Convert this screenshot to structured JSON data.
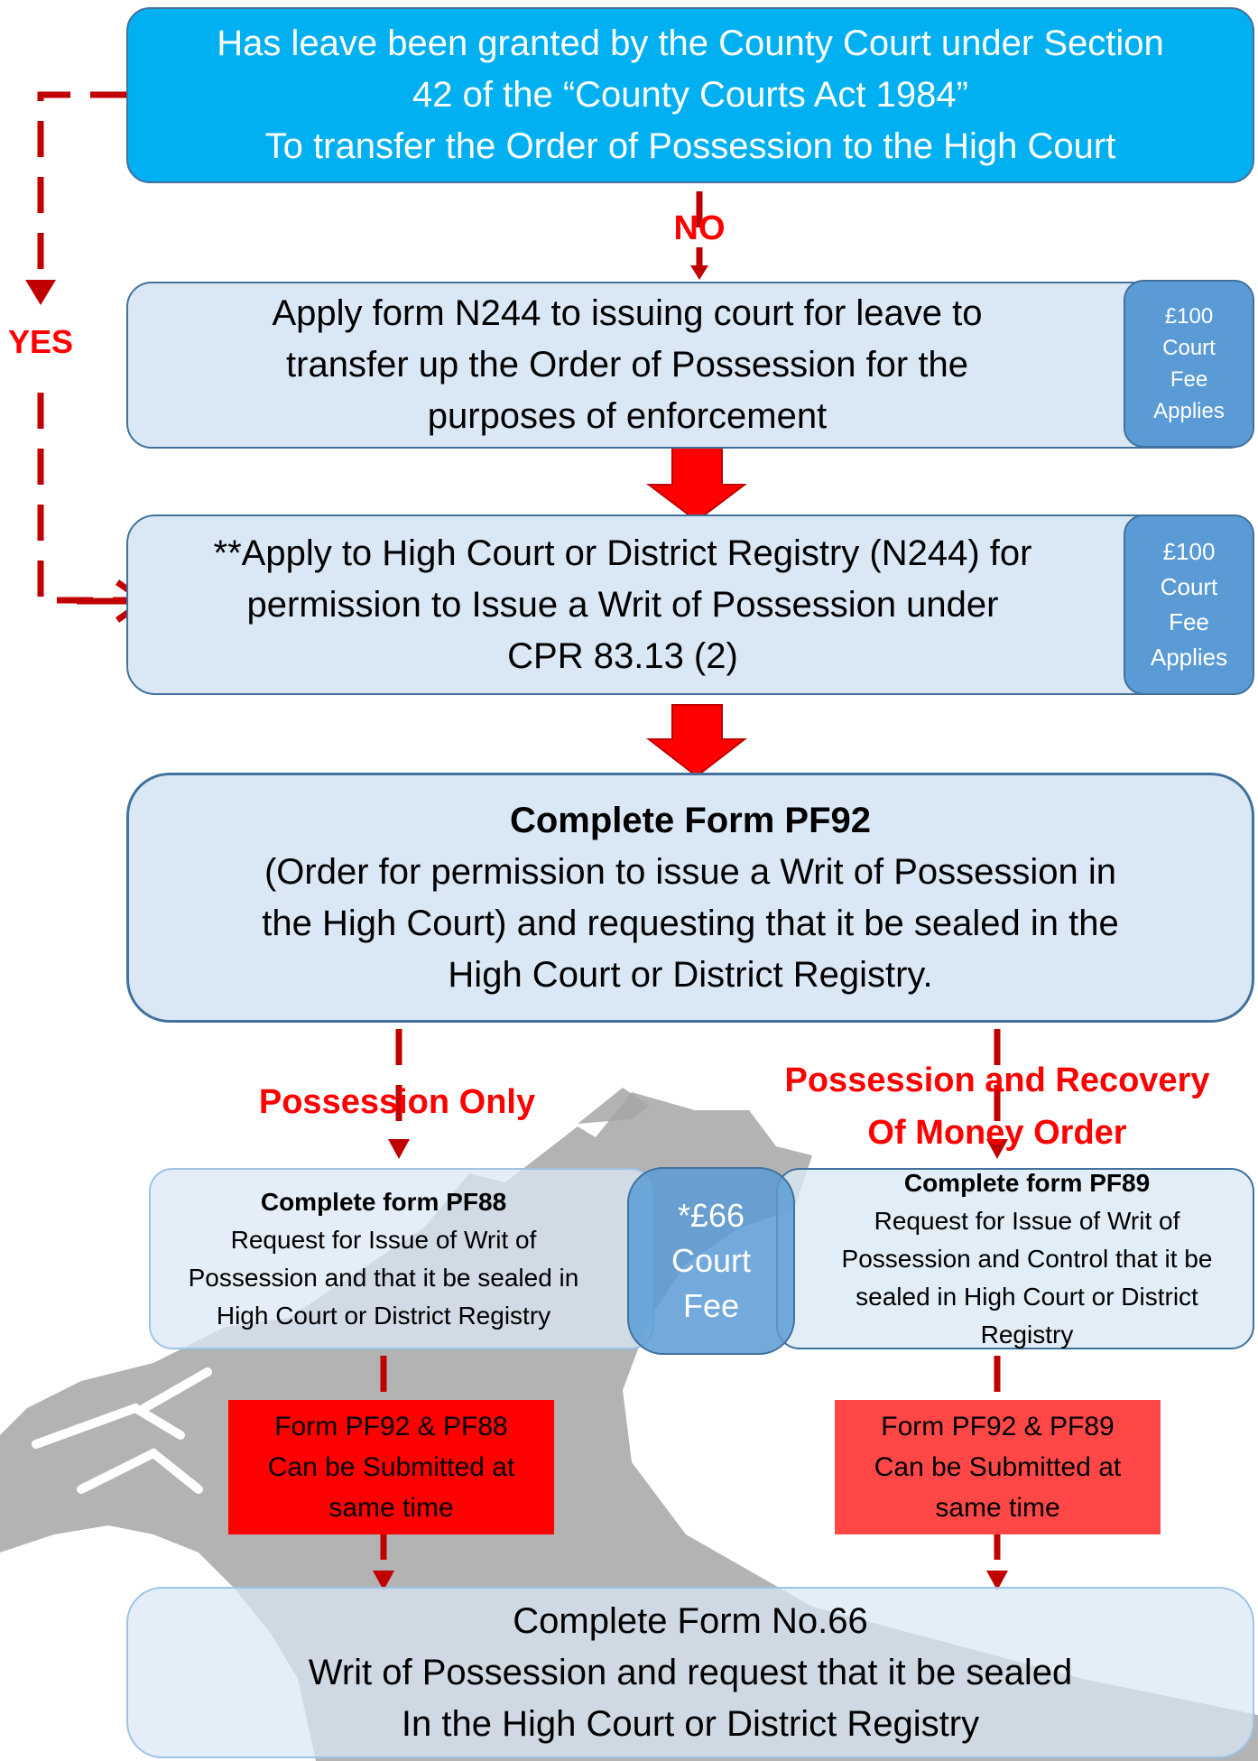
{
  "question": {
    "lines": [
      "Has leave been granted by the County Court under Section",
      "42 of the “County Courts Act 1984”",
      "To transfer the Order of Possession to the High Court"
    ]
  },
  "labels": {
    "no": "NO",
    "yes": "YES",
    "possession_only": "Possession Only",
    "possession_recovery": [
      "Possession and Recovery",
      "Of Money Order"
    ]
  },
  "apply_n244": {
    "lines": [
      "Apply form N244 to issuing court for leave to",
      "transfer up the Order of Possession for the",
      "purposes of enforcement"
    ],
    "fee": [
      "£100",
      "Court",
      "Fee",
      "Applies"
    ]
  },
  "apply_high_court": {
    "lines": [
      "**Apply to High Court or District Registry (N244) for",
      "permission to Issue a Writ of Possession under",
      "CPR 83.13 (2)"
    ],
    "fee": [
      "£100",
      "Court",
      "Fee",
      "Applies"
    ]
  },
  "pf92": {
    "title": "Complete Form PF92",
    "lines": [
      "(Order for permission to issue a Writ of Possession in",
      "the High Court) and requesting that it be sealed in the",
      "High Court or District Registry."
    ]
  },
  "pf88": {
    "title": "Complete form PF88",
    "lines": [
      "Request for Issue of Writ of",
      "Possession and that it be sealed in",
      "High Court or District Registry"
    ]
  },
  "pf89": {
    "title": "Complete form PF89",
    "lines": [
      "Request for Issue of Writ of",
      "Possession and Control that it be",
      "sealed in High Court or District",
      "Registry"
    ]
  },
  "court_fee_66": [
    "*£66",
    "Court",
    "Fee"
  ],
  "note_pf88": [
    "Form PF92 & PF88",
    "Can be Submitted at",
    "same time"
  ],
  "note_pf89": [
    "Form PF92 & PF89",
    "Can be Submitted at",
    "same time"
  ],
  "form66": {
    "lines": [
      "Complete Form No.66",
      "Writ of Possession and request that it be sealed",
      "In the High Court or District Registry"
    ]
  },
  "colors": {
    "question_fill": "#00b0f0",
    "box_fill": "#dae8f5",
    "box_border": "#41719c",
    "fee_fill": "#5b9bd5",
    "arrow_red": "#ff0000",
    "dashed_red": "#c00000",
    "note_pf88_fill": "#ff0000",
    "note_pf89_fill": "#ff4747",
    "watermark": "#a6a6a6"
  }
}
